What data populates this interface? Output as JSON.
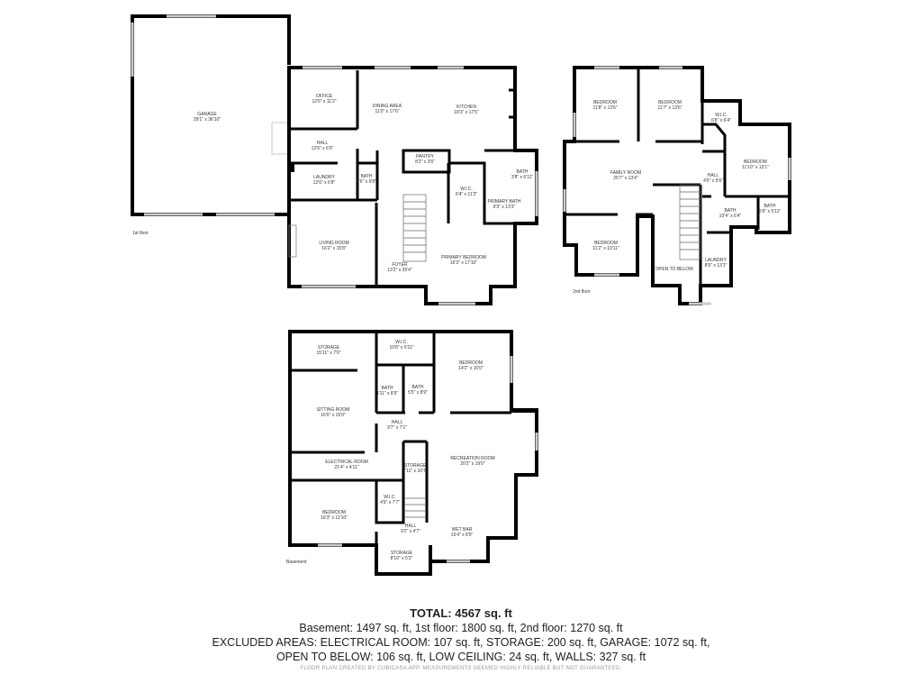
{
  "floors": {
    "first": {
      "label": "1st floor",
      "rooms": [
        {
          "name": "GARAGE",
          "dims": "29'1\" x 36'10\""
        },
        {
          "name": "OFFICE",
          "dims": "12'6\" x 11'2\""
        },
        {
          "name": "DINING AREA",
          "dims": "11'0\" x 17'6\""
        },
        {
          "name": "KITCHEN",
          "dims": "18'3\" x 17'5\""
        },
        {
          "name": "HALL",
          "dims": "12'6\" x 6'0\""
        },
        {
          "name": "PANTRY",
          "dims": "8'2\" x 3'6\""
        },
        {
          "name": "LAUNDRY",
          "dims": "12'6\" x 6'8\""
        },
        {
          "name": "BATH",
          "dims": "4'6\" x 6'8\""
        },
        {
          "name": "W.I.C.",
          "dims": "6'4\" x 11'2\""
        },
        {
          "name": "BATH",
          "dims": "3'8\" x 6'11\""
        },
        {
          "name": "PRIMARY BATH",
          "dims": "9'3\" x 13'3\""
        },
        {
          "name": "LIVING ROOM",
          "dims": "16'2\" x 15'8\""
        },
        {
          "name": "FOYER",
          "dims": "13'2\" x 25'4\""
        },
        {
          "name": "PRIMARY BEDROOM",
          "dims": "16'3\" x 17'10\""
        }
      ]
    },
    "second": {
      "label": "2nd floor",
      "rooms": [
        {
          "name": "BEDROOM",
          "dims": "11'8\" x 13'6\""
        },
        {
          "name": "BEDROOM",
          "dims": "11'7\" x 13'6\""
        },
        {
          "name": "W.I.C.",
          "dims": "6'8\" x 6'4\""
        },
        {
          "name": "FAMILY ROOM",
          "dims": "25'7\" x 13'4\""
        },
        {
          "name": "BEDROOM",
          "dims": "11'10\" x 13'1\""
        },
        {
          "name": "HALL",
          "dims": "4'5\" x 5'6\""
        },
        {
          "name": "BATH",
          "dims": "10'4\" x 6'4\""
        },
        {
          "name": "BATH",
          "dims": "5'6\" x 5'11\""
        },
        {
          "name": "BEDROOM",
          "dims": "11'2\" x 10'11\""
        },
        {
          "name": "OPEN TO BELOW",
          "dims": ""
        },
        {
          "name": "LAUNDRY",
          "dims": "8'9\" x 13'1\""
        }
      ]
    },
    "basement": {
      "label": "Basement",
      "rooms": [
        {
          "name": "STORAGE",
          "dims": "15'11\" x 7'0\""
        },
        {
          "name": "W.I.C.",
          "dims": "10'8\" x 5'11\""
        },
        {
          "name": "BEDROOM",
          "dims": "14'2\" x 15'0\""
        },
        {
          "name": "BATH",
          "dims": "4'11\" x 8'9\""
        },
        {
          "name": "BATH",
          "dims": "5'5\" x 8'9\""
        },
        {
          "name": "SITTING ROOM",
          "dims": "16'0\" x 15'0\""
        },
        {
          "name": "HALL",
          "dims": "9'7\" x 7'1\""
        },
        {
          "name": "RECREATION ROOM",
          "dims": "20'2\" x 19'0\""
        },
        {
          "name": "ELECTRICAL ROOM",
          "dims": "21'4\" x 4'11\""
        },
        {
          "name": "STORAGE",
          "dims": "7'11\" x 10'7\""
        },
        {
          "name": "W.I.C.",
          "dims": "4'9\" x 7'7\""
        },
        {
          "name": "BEDROOM",
          "dims": "16'3\" x 11'10\""
        },
        {
          "name": "HALL",
          "dims": "9'2\" x 4'7\""
        },
        {
          "name": "WET BAR",
          "dims": "16'4\" x 8'9\""
        },
        {
          "name": "STORAGE",
          "dims": "8'10\" x 5'2\""
        }
      ]
    }
  },
  "summary": {
    "total": "TOTAL: 4567 sq. ft",
    "line1": "Basement: 1497 sq. ft, 1st floor: 1800 sq. ft, 2nd floor: 1270 sq. ft",
    "line2": "EXCLUDED AREAS: ELECTRICAL ROOM: 107 sq. ft, STORAGE: 200 sq. ft, GARAGE: 1072 sq. ft,",
    "line3": "OPEN TO BELOW: 106 sq. ft, LOW CEILING: 24 sq. ft, WALLS: 327 sq. ft",
    "footer": "FLOOR PLAN CREATED BY CUBICASA APP. MEASUREMENTS DEEMED HIGHLY RELIABLE BUT NOT GUARANTEED."
  }
}
